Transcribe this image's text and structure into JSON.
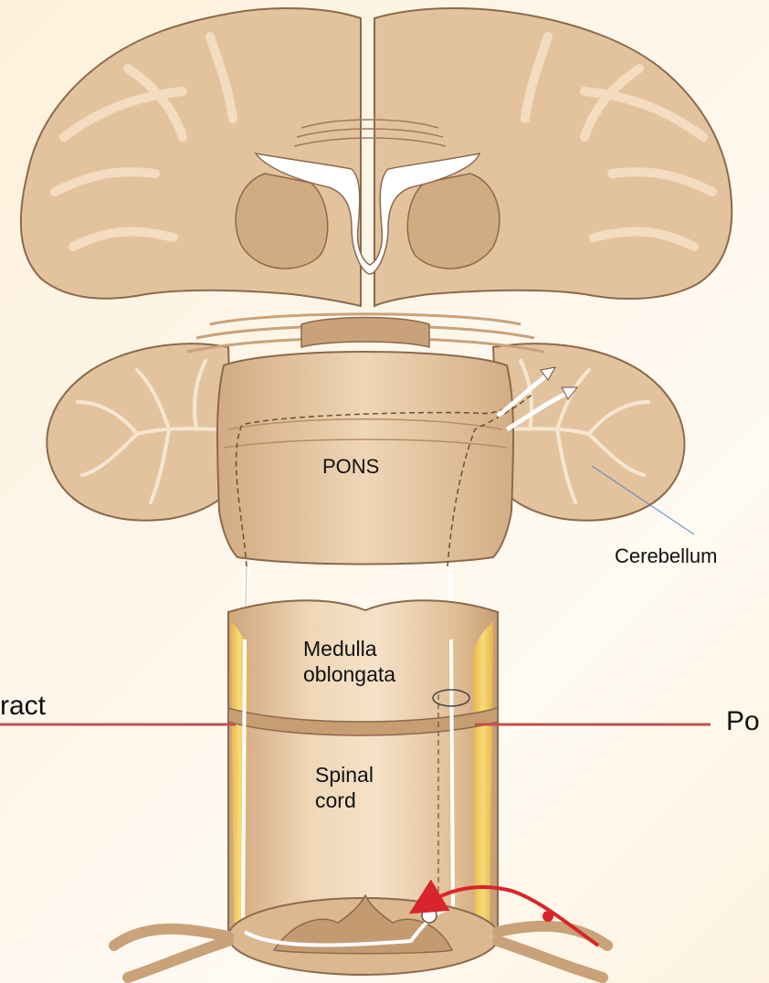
{
  "labels": {
    "pons": "PONS",
    "cerebellum": "Cerebellum",
    "medulla": "Medulla\noblongata",
    "spinal_cord": "Spinal\ncord",
    "left_tract": "ract",
    "right_tract": "Po"
  },
  "colors": {
    "tissue": "#e3c39e",
    "tissue_dark": "#caa27a",
    "white_matter": "#f3dcbf",
    "outline": "#8b6a4c",
    "tract_yellow": "#f5d36a",
    "pointer_line": "#c0504d",
    "leader_line": "#4f81bd",
    "sensory_neuron": "#d8242a"
  }
}
